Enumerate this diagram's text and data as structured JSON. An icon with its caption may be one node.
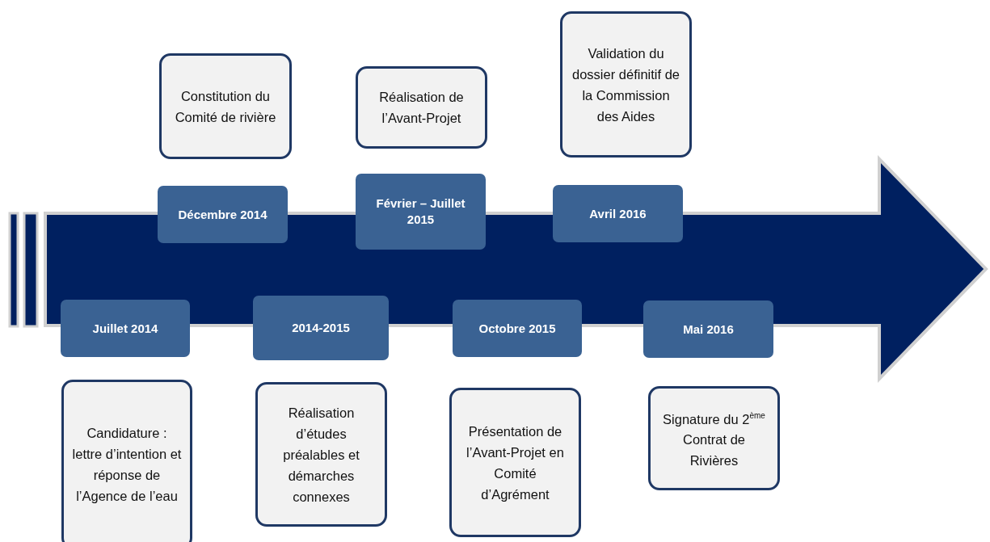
{
  "diagram": {
    "nodes": [
      {
        "text": [
          "Juillet 2014"
        ]
      },
      {
        "text": [
          "Candidature : lettre d’intention et réponse de l’Agence de l’eau"
        ]
      },
      {
        "text": [
          "Décembre 2014"
        ]
      },
      {
        "text": [
          "Constitution du Comité de rivière"
        ]
      },
      {
        "text": [
          "2014-2015"
        ]
      },
      {
        "text": [
          "Réalisation d’études préalables et démarches connexes"
        ]
      },
      {
        "text": [
          "Février – Juillet 2015"
        ]
      },
      {
        "text": [
          "Réalisation de l’Avant-Projet"
        ]
      },
      {
        "text": [
          "Octobre 2015"
        ]
      },
      {
        "text": [
          "Présentation de l’Avant-Projet en Comité d’Agrément"
        ]
      },
      {
        "text": [
          "Avril 2016"
        ]
      },
      {
        "text": [
          "Validation du dossier définitif de la Commission des Aides"
        ]
      },
      {
        "text": [
          "Mai 2016"
        ]
      },
      {
        "text": [
          "Signature du 2$^{ème}$ Contrat de Rivières"
        ]
      }
    ]
  }
}
